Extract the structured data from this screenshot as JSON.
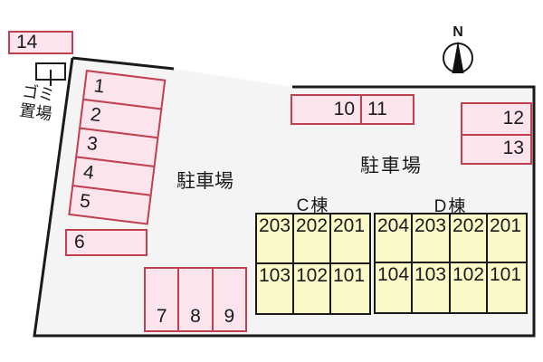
{
  "compass": {
    "label": "N"
  },
  "labels": {
    "parking_area_left": "駐車場",
    "parking_area_right": "駐車場",
    "garbage_line1": "ゴミ",
    "garbage_line2": "置場"
  },
  "stalls": {
    "left_column": [
      "1",
      "2",
      "3",
      "4",
      "5"
    ],
    "single": "6",
    "bottom_row": [
      "7",
      "8",
      "9"
    ],
    "top_pair": [
      "10",
      "11"
    ],
    "right_pair": [
      "12",
      "13"
    ],
    "top_left": "14"
  },
  "buildings": {
    "c": {
      "name": "C棟",
      "upper": [
        "203",
        "202",
        "201"
      ],
      "lower": [
        "103",
        "102",
        "101"
      ]
    },
    "d": {
      "name": "D棟",
      "upper": [
        "204",
        "203",
        "202",
        "201"
      ],
      "lower": [
        "104",
        "103",
        "102",
        "101"
      ]
    }
  },
  "colors": {
    "stall_fill": "#fbe4eb",
    "stall_border": "#bf4050",
    "room_fill": "#fafac8",
    "outline": "#1a1a1a",
    "site_fill": "#f4f4f4"
  }
}
